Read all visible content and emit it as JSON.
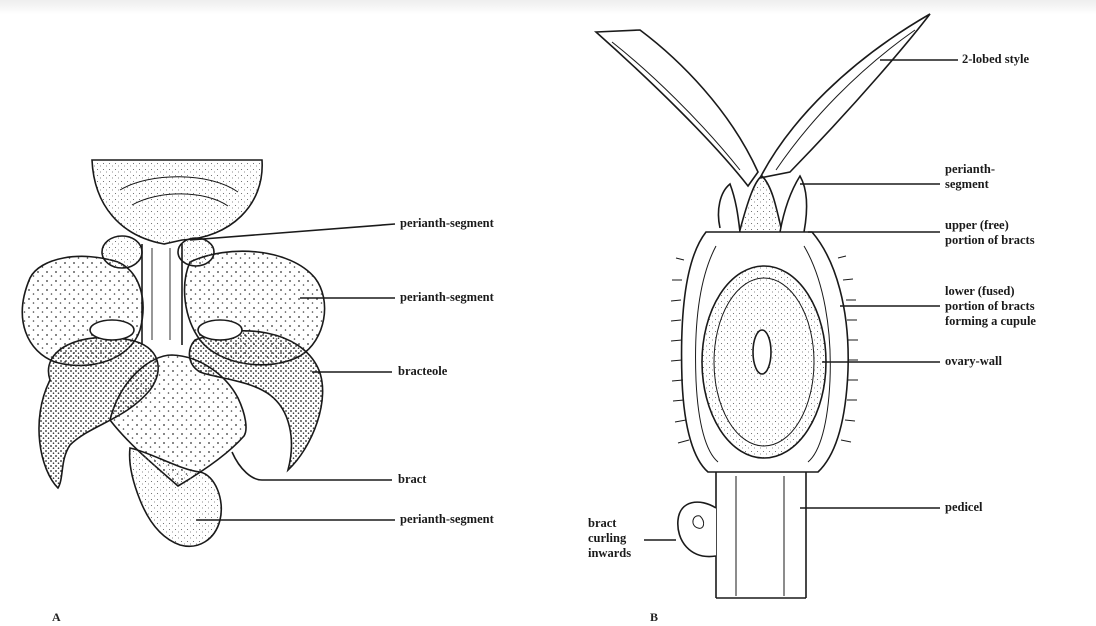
{
  "figure_a": {
    "panel_letter": "A",
    "labels": {
      "perianth_segment_top": "perianth-segment",
      "perianth_segment_mid": "perianth-segment",
      "bracteole": "bracteole",
      "bract": "bract",
      "perianth_segment_bottom": "perianth-segment"
    }
  },
  "figure_b": {
    "panel_letter": "B",
    "labels": {
      "style": "2-lobed style",
      "perianth_segment": [
        "perianth-",
        "segment"
      ],
      "upper_bracts": [
        "upper (free)",
        "portion of bracts"
      ],
      "lower_bracts": [
        "lower (fused)",
        "portion of bracts",
        "forming a cupule"
      ],
      "ovary_wall": "ovary-wall",
      "pedicel": "pedicel",
      "bract_curling": [
        "bract",
        "curling",
        "inwards"
      ]
    }
  },
  "colors": {
    "ink": "#1a1a1a",
    "background": "#ffffff"
  }
}
